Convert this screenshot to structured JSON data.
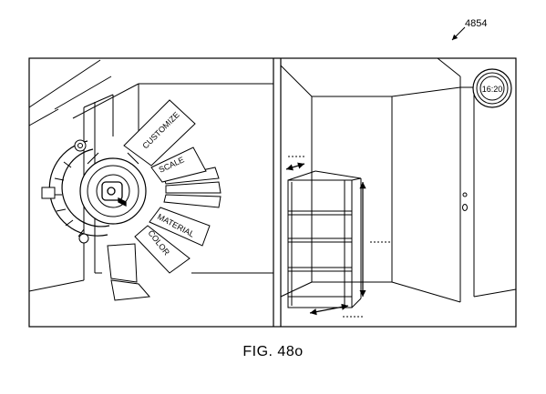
{
  "figure": {
    "label": "FIG. 48o",
    "reference_number": "4854"
  },
  "clock": {
    "time": "16:20"
  },
  "radial_menu": {
    "items": [
      {
        "label": "CUSTOMIZE"
      },
      {
        "label": "SCALE"
      },
      {
        "label": "MATERIAL"
      },
      {
        "label": "COLOR"
      }
    ],
    "center_icon": "tape-measure-icon"
  },
  "colors": {
    "stroke": "#000000",
    "background": "#ffffff"
  }
}
